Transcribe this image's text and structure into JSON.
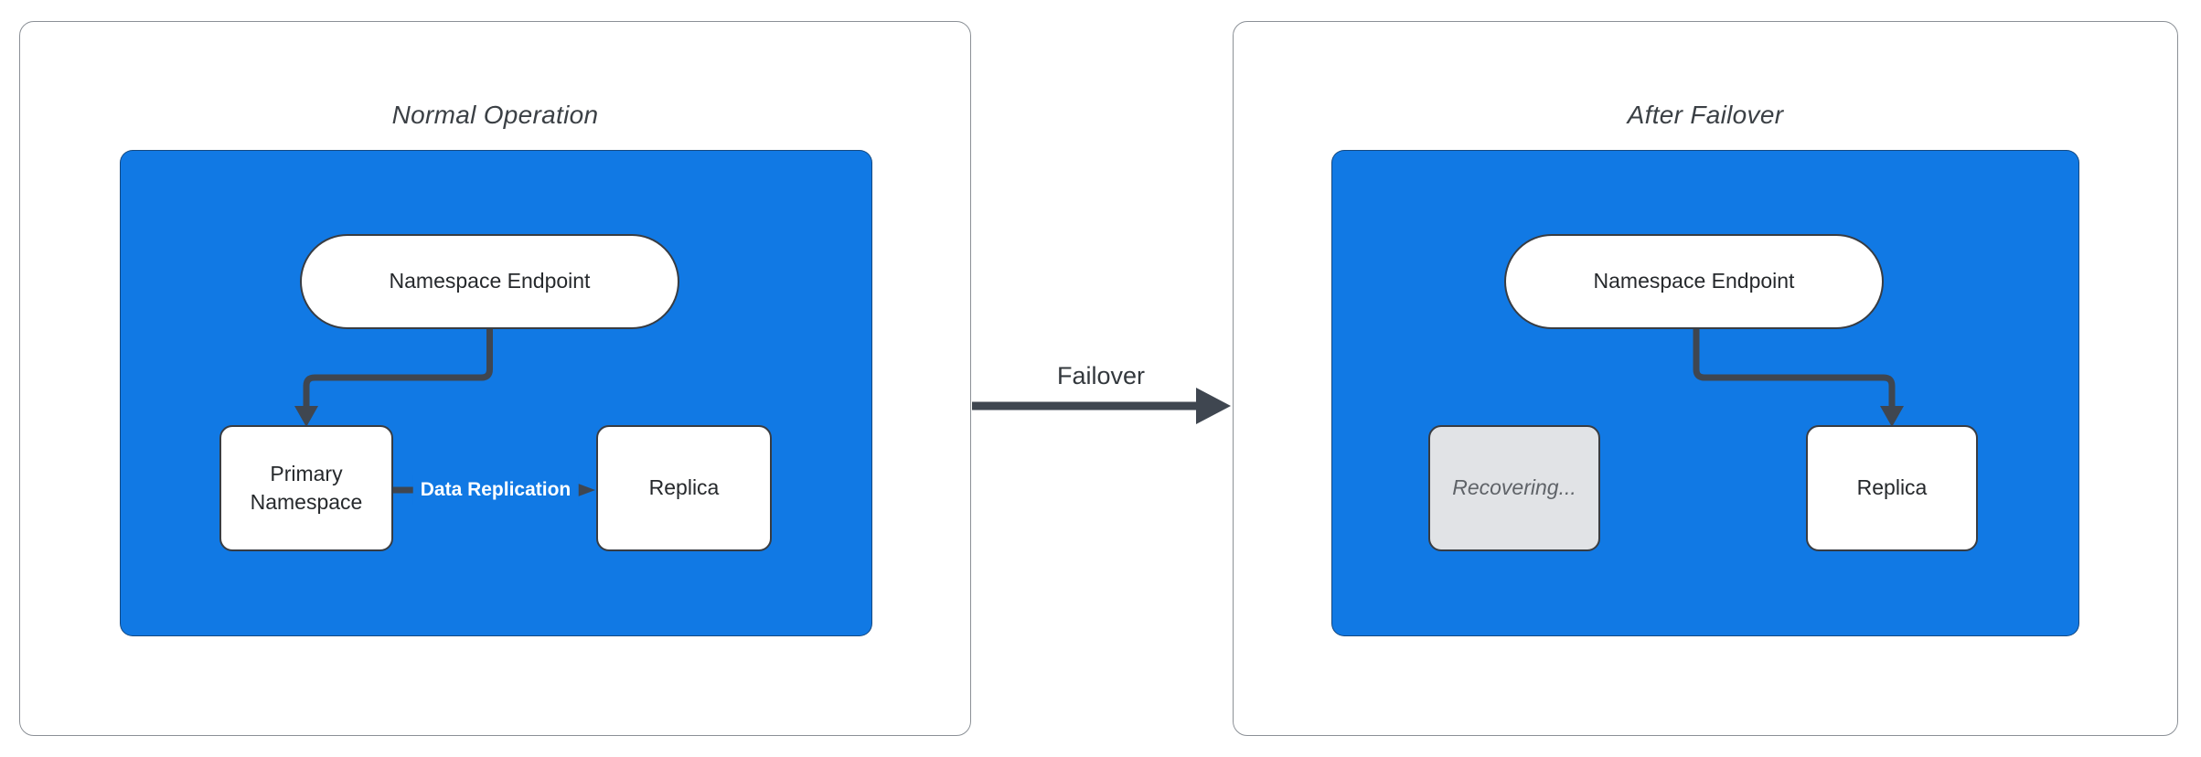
{
  "panels": {
    "left": {
      "title": "Normal Operation",
      "endpoint": "Namespace Endpoint",
      "primary": "Primary Namespace",
      "replica": "Replica",
      "edge_label": "Data Replication"
    },
    "right": {
      "title": "After Failover",
      "endpoint": "Namespace Endpoint",
      "recovering": "Recovering...",
      "replica": "Replica"
    }
  },
  "failover": {
    "label": "Failover"
  },
  "colors": {
    "cluster_fill": "#1179e4",
    "node_border": "#383c42",
    "edge_stroke": "#3f4650",
    "recovering_fill": "#e1e3e6",
    "recovering_text": "#5f6368",
    "panel_border": "#8b9096",
    "title_text": "#3b4045",
    "node_text": "#26292c",
    "edge_label_text": "#ffffff"
  }
}
